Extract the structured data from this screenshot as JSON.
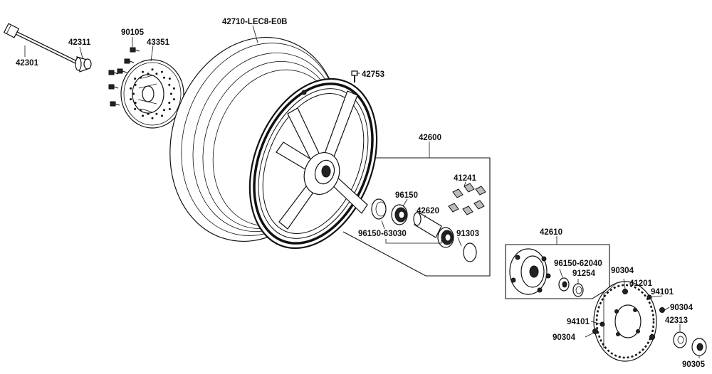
{
  "labels": {
    "p42710": "42710-LEC8-E0B",
    "p90105": "90105",
    "p43351": "43351",
    "p42311": "42311",
    "p42301": "42301",
    "p42753": "42753",
    "p42600": "42600",
    "p41241": "41241",
    "p96150": "96150",
    "p42620": "42620",
    "p96150_63030": "96150-63030",
    "p91303": "91303",
    "p42610": "42610",
    "p96150_62040": "96150-62040",
    "p91254": "91254",
    "p90304_a": "90304",
    "p41201": "41201",
    "p94101_a": "94101",
    "p90304_b": "90304",
    "p94101_b": "94101",
    "p42313": "42313",
    "p90304_c": "90304",
    "p90305": "90305"
  }
}
